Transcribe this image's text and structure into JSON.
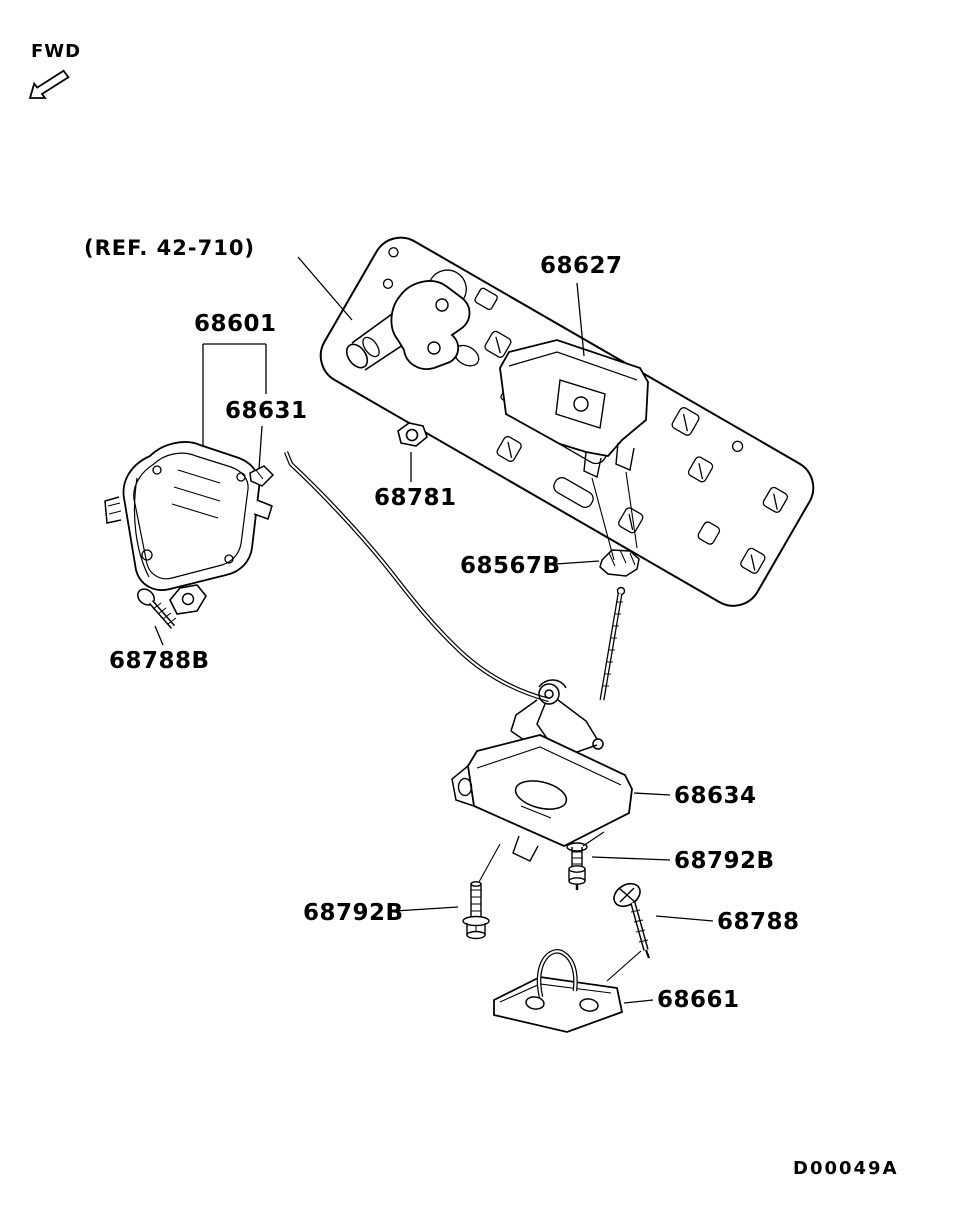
{
  "colors": {
    "ink": "#000000",
    "background": "#ffffff"
  },
  "page": {
    "fwd_label": "FWD",
    "ref_label": "(REF. 42-710)",
    "diagram_code": "D00049A"
  },
  "parts": {
    "p68627": "68627",
    "p68601": "68601",
    "p68631": "68631",
    "p68781": "68781",
    "p68567B": "68567B",
    "p68788B": "68788B",
    "p68634": "68634",
    "p68792B_right": "68792B",
    "p68792B_left": "68792B",
    "p68788": "68788",
    "p68661": "68661"
  }
}
